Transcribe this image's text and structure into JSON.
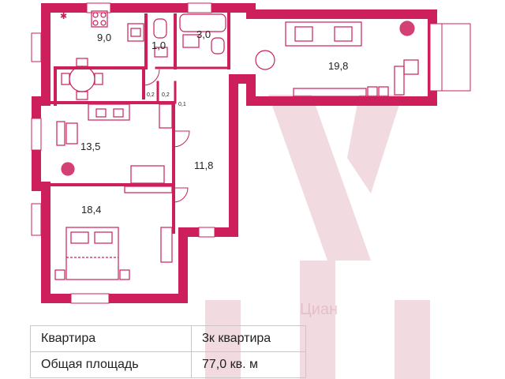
{
  "colors": {
    "wall": "#cc1f5c",
    "furniture": "#cc1f5c",
    "watermark": "#e8c3cc"
  },
  "rooms": [
    {
      "id": "kitchen",
      "area": "9,0"
    },
    {
      "id": "wc",
      "area": "1,0"
    },
    {
      "id": "bathroom",
      "area": "3,0"
    },
    {
      "id": "living-room",
      "area": "19,8"
    },
    {
      "id": "bedroom-1",
      "area": "13,5"
    },
    {
      "id": "corridor",
      "area": "11,8"
    },
    {
      "id": "bedroom-2",
      "area": "18,4"
    },
    {
      "id": "closet-1",
      "area": "0,2"
    },
    {
      "id": "closet-2",
      "area": "0,2"
    },
    {
      "id": "closet-3",
      "area": "0,1"
    }
  ],
  "watermark": {
    "brand": "Циан"
  },
  "info_table": {
    "rows": [
      {
        "label": "Квартира",
        "value": "3к квартира"
      },
      {
        "label": "Общая площадь",
        "value": "77,0 кв. м"
      }
    ]
  }
}
